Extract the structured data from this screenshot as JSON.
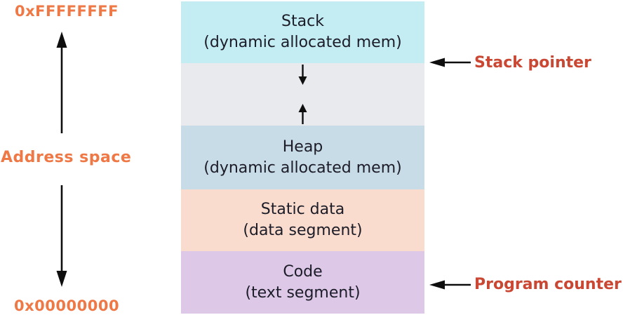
{
  "address_axis": {
    "top_address": "0xFFFFFFFF",
    "bottom_address": "0x00000000",
    "label": "Address space"
  },
  "segments": [
    {
      "name": "Stack",
      "detail": "(dynamic allocated mem)",
      "color": "#c3ecf3"
    },
    {
      "name": "",
      "detail": "",
      "color": "#e8eaed"
    },
    {
      "name": "Heap",
      "detail": "(dynamic allocated mem)",
      "color": "#c8dce8"
    },
    {
      "name": "Static data",
      "detail": "(data segment)",
      "color": "#fadcce"
    },
    {
      "name": "Code",
      "detail": "(text segment)",
      "color": "#ddc8e8"
    }
  ],
  "pointers": [
    {
      "label": "Stack pointer"
    },
    {
      "label": "Program counter"
    }
  ],
  "colors": {
    "address_text": "#ee7946",
    "pointer_text": "#c94733",
    "segment_text": "#1c1c28",
    "arrow": "#0e0e0e"
  }
}
